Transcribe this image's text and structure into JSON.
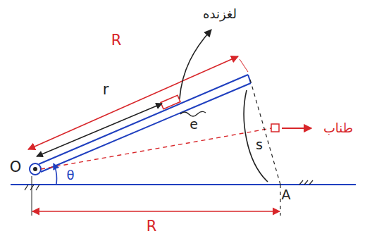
{
  "diagram": {
    "labels": [
      "R",
      "r",
      "لغزنده",
      "e",
      "s",
      "طناب",
      "O",
      "θ",
      "A",
      "R"
    ]
  }
}
